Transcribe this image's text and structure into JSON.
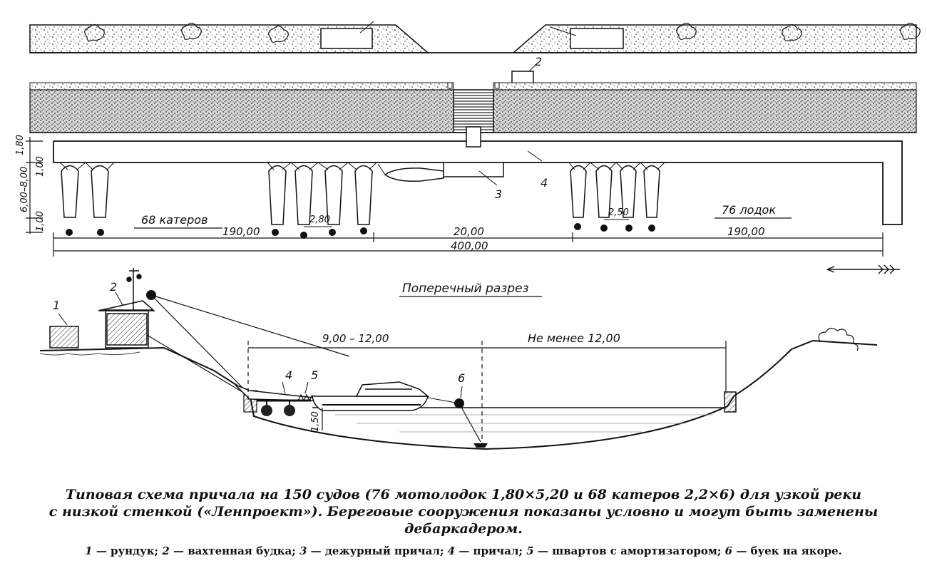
{
  "plan": {
    "dims": {
      "height_total": "1,80",
      "d_top": "1,00",
      "d_mid": "6,00–8,00",
      "d_bottom": "1,00",
      "spacing_left": "2,80",
      "spacing_right": "2,50",
      "left_section": "190,00",
      "mid_section": "20,00",
      "right_section": "190,00",
      "total": "400,00"
    },
    "labels": {
      "left_group": "68 катеров",
      "right_group": "76 лодок",
      "num_2": "2",
      "num_3": "3",
      "num_4": "4"
    }
  },
  "section": {
    "title": "Поперечный разрез",
    "span_left": "9,00 – 12,00",
    "span_right": "Не менее 12,00",
    "depth": "1,50",
    "num_1": "1",
    "num_2": "2",
    "num_4": "4",
    "num_5": "5",
    "num_6": "6"
  },
  "caption": {
    "line1": "Типовая схема причала на 150 судов (76  мотолодок  1,80×5,20  и 68  катеров 2,2×6)  для узкой реки",
    "line2": "с низкой стенкой («Ленпроект»). Береговые сооружения показаны условно и могут быть заменены",
    "line3": "дебаркадером."
  },
  "legend": {
    "n1": "1",
    "t1": " — рундук; ",
    "n2": "2",
    "t2": " — вахтенная будка; ",
    "n3": "3",
    "t3": " — дежурный причал; ",
    "n4": "4",
    "t4": " — причал; ",
    "n5": "5",
    "t5": " — швартов с амортизатором; ",
    "n6": "6",
    "t6": " — буек на якоре."
  }
}
